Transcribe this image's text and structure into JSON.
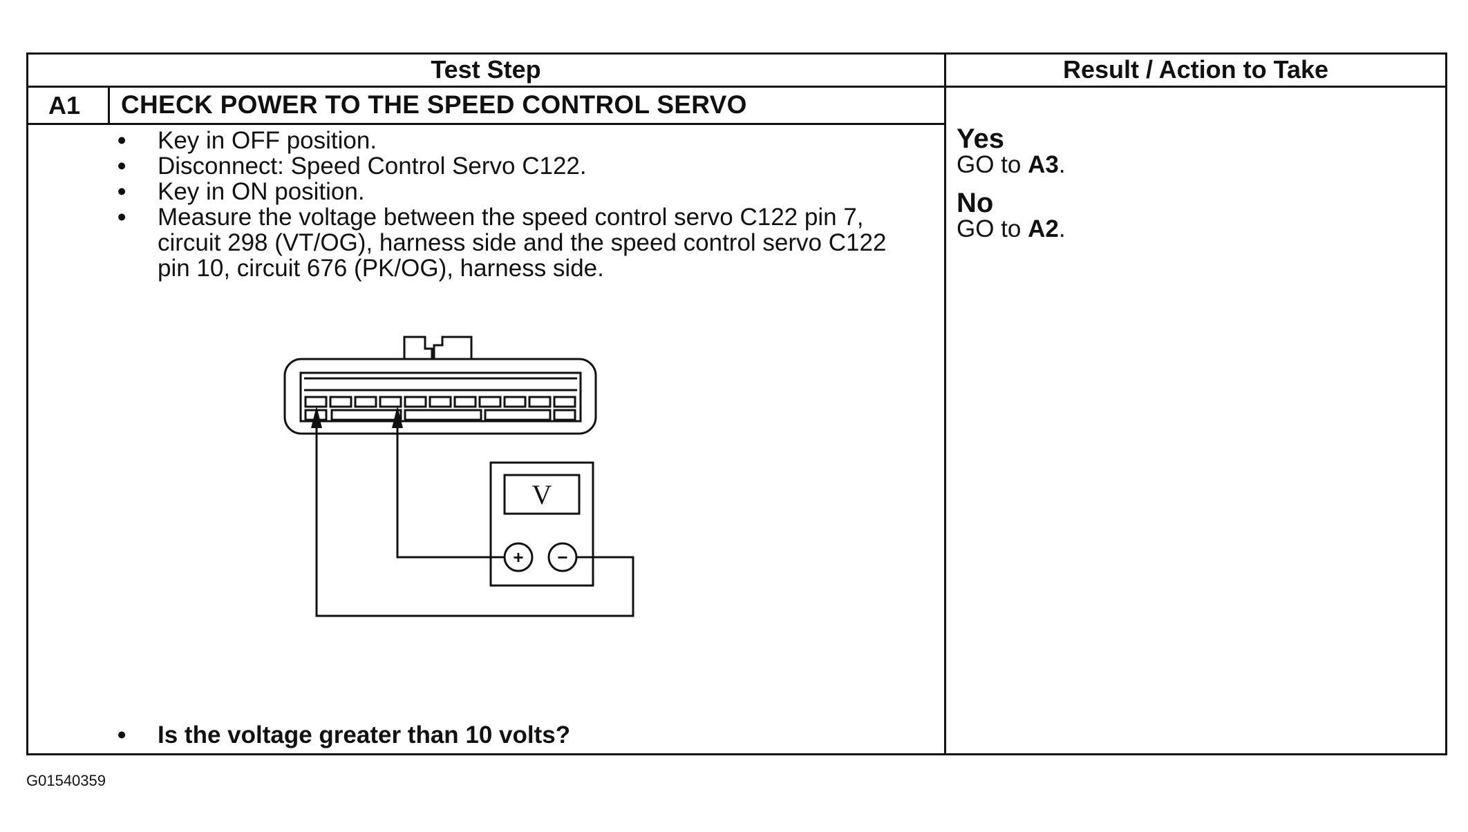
{
  "table": {
    "header_left": "Test Step",
    "header_right": "Result / Action to Take"
  },
  "step": {
    "id": "A1",
    "title": "CHECK POWER TO THE SPEED CONTROL SERVO",
    "bullets": [
      "Key in OFF position.",
      "Disconnect: Speed Control Servo C122.",
      "Key in ON position.",
      "Measure the voltage between the speed control servo C122 pin 7, circuit 298 (VT/OG), harness side and the speed control servo C122 pin 10, circuit 676 (PK/OG), harness side."
    ],
    "bullet_glyph": "•",
    "question": "Is the voltage greater than 10 volts?"
  },
  "results": {
    "yes_label": "Yes",
    "yes_action_prefix": "GO to ",
    "yes_target": "A3",
    "no_label": "No",
    "no_action_prefix": "GO to ",
    "no_target": "A2",
    "period": "."
  },
  "diagram": {
    "meter_display": "V",
    "plus_symbol": "+",
    "minus_symbol": "−"
  },
  "figure_id": "G01540359"
}
